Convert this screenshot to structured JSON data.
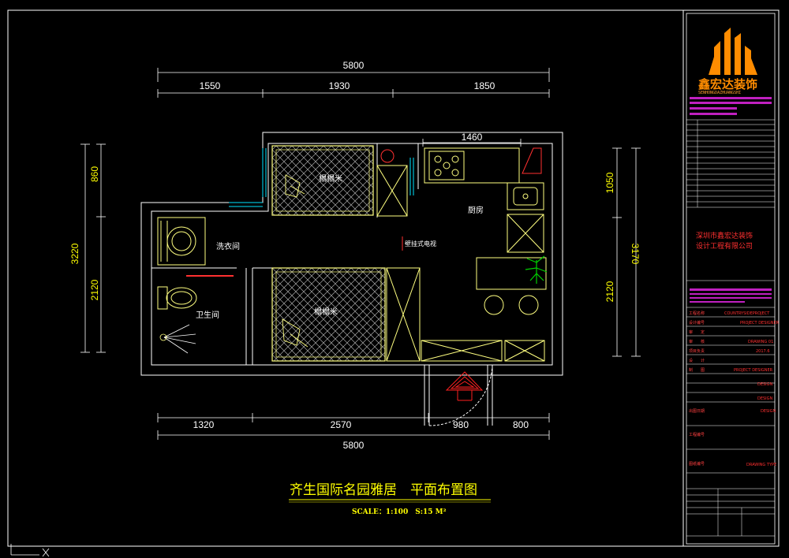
{
  "drawing": {
    "title": "齐生国际名园雅居　平面布置图",
    "scale": "SCALE：1:100　S:15 M²"
  },
  "dimensions": {
    "top_total": "5800",
    "top_segments": [
      "1550",
      "1930",
      "1850"
    ],
    "kitchen_width": "1460",
    "bottom_segments": [
      "1320",
      "2570",
      "980",
      "800"
    ],
    "bottom_total": "5800",
    "left_total": "3220",
    "left_segments": [
      "860",
      "2120"
    ],
    "right_total": "3170",
    "right_segments": [
      "1050",
      "2120"
    ]
  },
  "rooms": {
    "bedroom_top": "榻榻米",
    "bedroom_bottom": "榻榻米",
    "kitchen": "厨房",
    "laundry": "洗衣间",
    "bathroom": "卫生间",
    "tv": "壁挂式电视"
  },
  "title_block": {
    "logo_text": "鑫宏达装饰",
    "logo_subtitle": "SENHONGDAZHUANGSHI",
    "company": [
      "深圳市鑫宏达装饰",
      "设计工程有限公司"
    ],
    "field_labels": [
      "工程名称",
      "设计编号",
      "审　　定",
      "审　　核",
      "项目负责",
      "设　　计",
      "制　　图",
      "出图日期",
      "工程编号",
      "图纸编号"
    ],
    "field_values": [
      "COUNTRYSIDEPROJECT",
      "PROJECT DESIGNER",
      "DRAWING 01",
      "2017.6",
      "PROJECT DESIGNER",
      "DESIGN",
      "DESIGN",
      "DESIGN",
      "DRAWING TYPE"
    ]
  },
  "colors": {
    "background": "#000000",
    "walls": "#ffffff",
    "furniture": "#ffff80",
    "dimensions": "#ffffff",
    "dimension_text_vertical": "#ffff00",
    "title": "#ffff00",
    "title_block": "#ff3030",
    "logo": "#ff8c00",
    "window": "#00ffff"
  }
}
